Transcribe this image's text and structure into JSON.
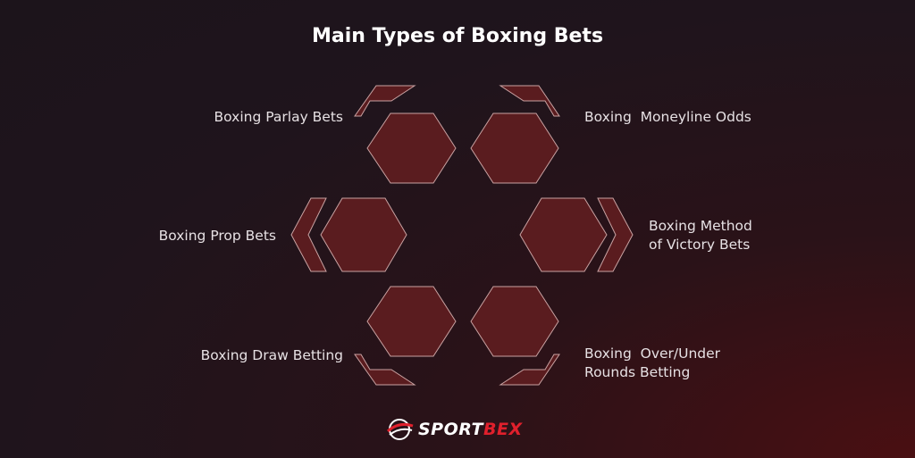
{
  "title": "Main Types of Boxing Bets",
  "items": [
    {
      "label": "Boxing Parlay Bets"
    },
    {
      "label": "Boxing  Moneyline Odds"
    },
    {
      "label": "Boxing Prop Bets"
    },
    {
      "label": "Boxing Method\nof Victory Bets"
    },
    {
      "label": "Boxing Draw Betting"
    },
    {
      "label": "Boxing  Over/Under\nRounds Betting"
    }
  ],
  "logo": {
    "part1": "SPORT",
    "part2": "BEX"
  },
  "colors": {
    "hex_fill": "#5a1c1f",
    "hex_stroke": "#c9a2a2",
    "accent": "#e0202c"
  }
}
